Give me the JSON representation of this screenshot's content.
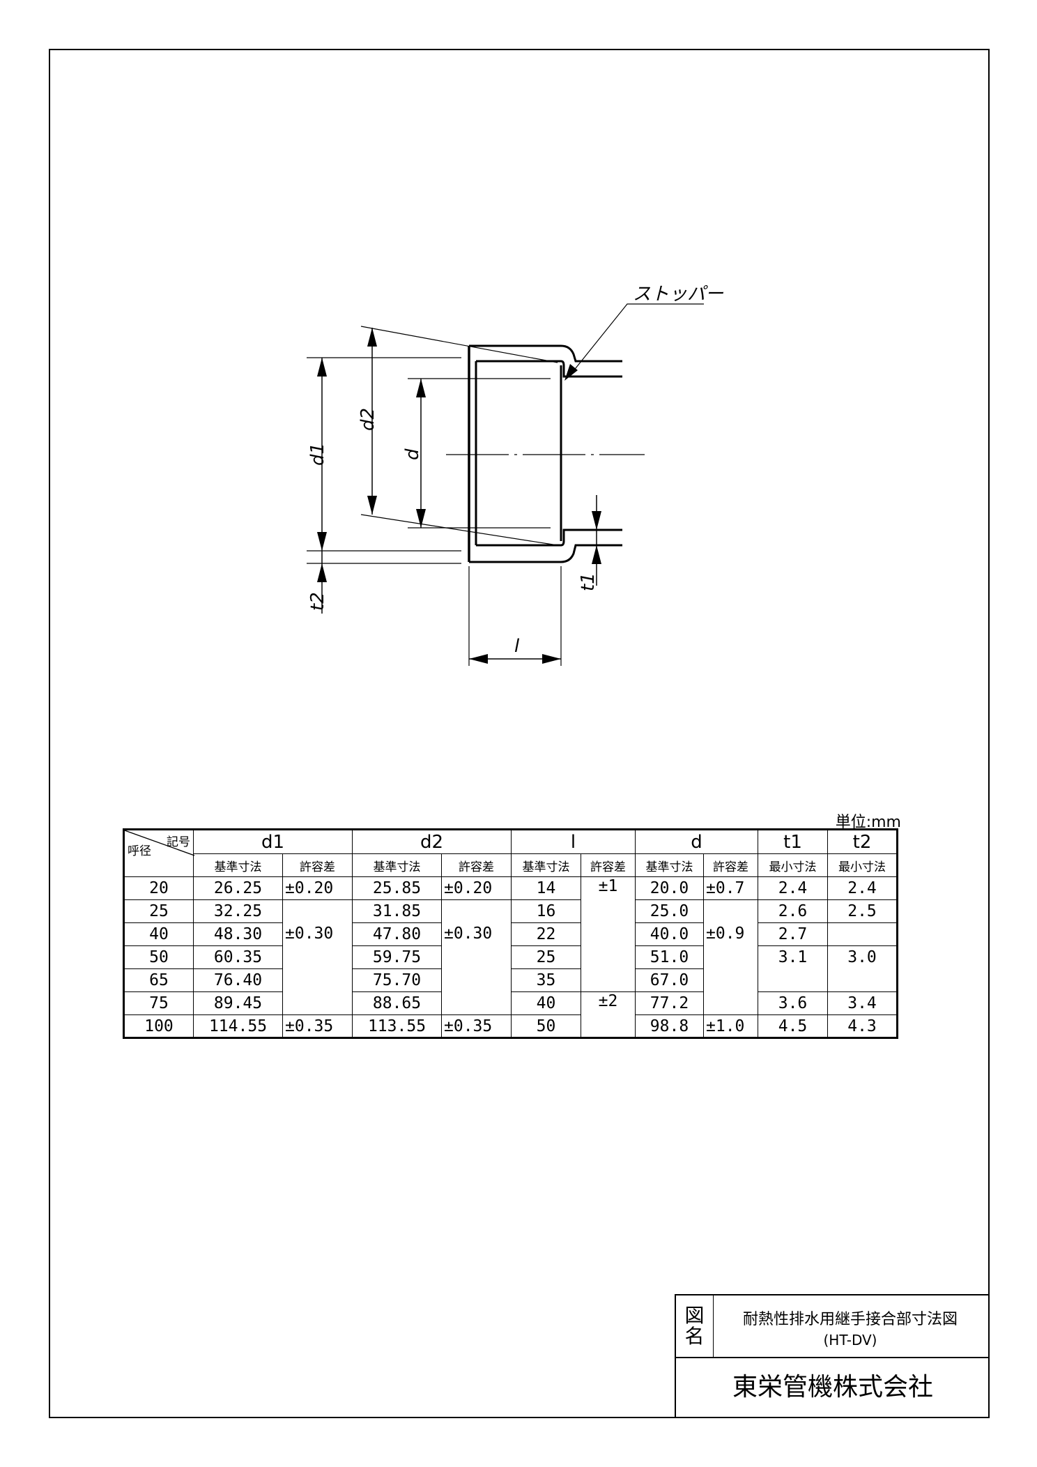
{
  "drawing": {
    "stopper_label": "ストッパー",
    "dim_d1": "d1",
    "dim_d2": "d2",
    "dim_d": "d",
    "dim_t1": "t1",
    "dim_t2": "t2",
    "dim_l": "l"
  },
  "unit_label": "単位:mm",
  "table": {
    "corner_top": "記号",
    "corner_bottom": "呼径",
    "groups": [
      "d1",
      "d2",
      "l",
      "d",
      "t1",
      "t2"
    ],
    "sub_headers": {
      "base": "基準寸法",
      "tol": "許容差",
      "min": "最小寸法"
    },
    "rows": [
      {
        "nominal": "20",
        "d1": "26.25",
        "d2": "25.85",
        "l": "14",
        "d": "20.0",
        "t1": "2.4",
        "t2": "2.4"
      },
      {
        "nominal": "25",
        "d1": "32.25",
        "d2": "31.85",
        "l": "16",
        "d": "25.0",
        "t1": "2.6",
        "t2": "2.5"
      },
      {
        "nominal": "40",
        "d1": "48.30",
        "d2": "47.80",
        "l": "22",
        "d": "40.0",
        "t1": "2.7",
        "t2": ""
      },
      {
        "nominal": "50",
        "d1": "60.35",
        "d2": "59.75",
        "l": "25",
        "d": "51.0",
        "t1": "3.1",
        "t2": "3.0"
      },
      {
        "nominal": "65",
        "d1": "76.40",
        "d2": "75.70",
        "l": "35",
        "d": "67.0",
        "t1": "",
        "t2": ""
      },
      {
        "nominal": "75",
        "d1": "89.45",
        "d2": "88.65",
        "l": "40",
        "d": "77.2",
        "t1": "3.6",
        "t2": "3.4"
      },
      {
        "nominal": "100",
        "d1": "114.55",
        "d2": "113.55",
        "l": "50",
        "d": "98.8",
        "t1": "4.5",
        "t2": "4.3"
      }
    ],
    "tolerances": {
      "d1_a": "±0.20",
      "d1_b": "±0.30",
      "d1_c": "±0.35",
      "d2_a": "±0.20",
      "d2_b": "±0.30",
      "d2_c": "±0.35",
      "l_a": "±1",
      "l_b": "±2",
      "d_a": "±0.7",
      "d_b": "±0.9",
      "d_c": "±1.0"
    }
  },
  "title_block": {
    "label": "図名",
    "label_line1": "図",
    "label_line2": "名",
    "title": "耐熱性排水用継手接合部寸法図",
    "subtitle": "(HT-DV)",
    "company": "東栄管機株式会社"
  }
}
